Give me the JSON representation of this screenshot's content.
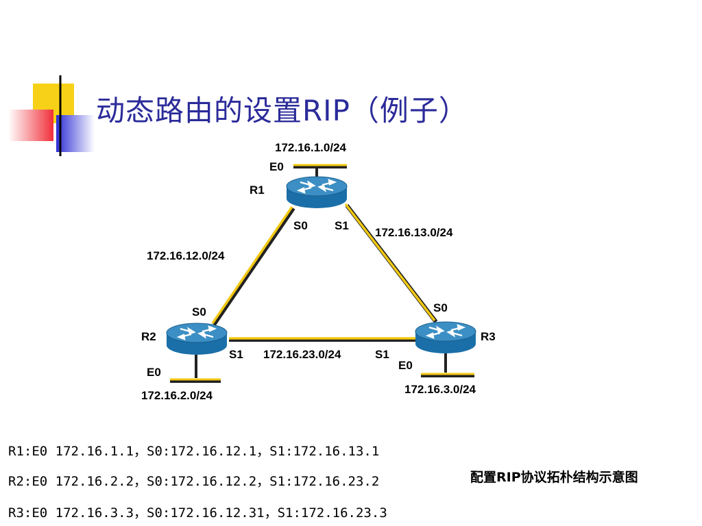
{
  "title": "动态路由的设置RIP（例子）",
  "routers": [
    {
      "name": "R1"
    },
    {
      "name": "R2"
    },
    {
      "name": "R3"
    }
  ],
  "networks": {
    "r1_lan": "172.16.1.0/24",
    "r2_lan": "172.16.2.0/24",
    "r3_lan": "172.16.3.0/24",
    "link_r1_r2": "172.16.12.0/24",
    "link_r1_r3": "172.16.13.0/24",
    "link_r2_r3": "172.16.23.0/24"
  },
  "interfaces": {
    "r1_e0": "E0",
    "r1_s0": "S0",
    "r1_s1": "S1",
    "r2_e0": "E0",
    "r2_s0": "S0",
    "r2_s1": "S1",
    "r3_e0": "E0",
    "r3_s0": "S0",
    "r3_s1": "S1"
  },
  "config_lines": [
    "R1:E0 172.16.1.1，S0:172.16.12.1，S1:172.16.13.1",
    "R2:E0 172.16.2.2，S0:172.16.12.2，S1:172.16.23.2",
    "R3:E0 172.16.3.3，S0:172.16.12.31，S1:172.16.23.3"
  ],
  "caption": "配置RIP协议拓朴结构示意图",
  "colors": {
    "title": "#2b2b9a",
    "link": "#f2c811",
    "router_top": "#3c8fc4",
    "router_side": "#1a6fa8",
    "deco_yellow": "#f7d117",
    "deco_blue": "#2e2fd6",
    "deco_red": "#f0303a"
  }
}
